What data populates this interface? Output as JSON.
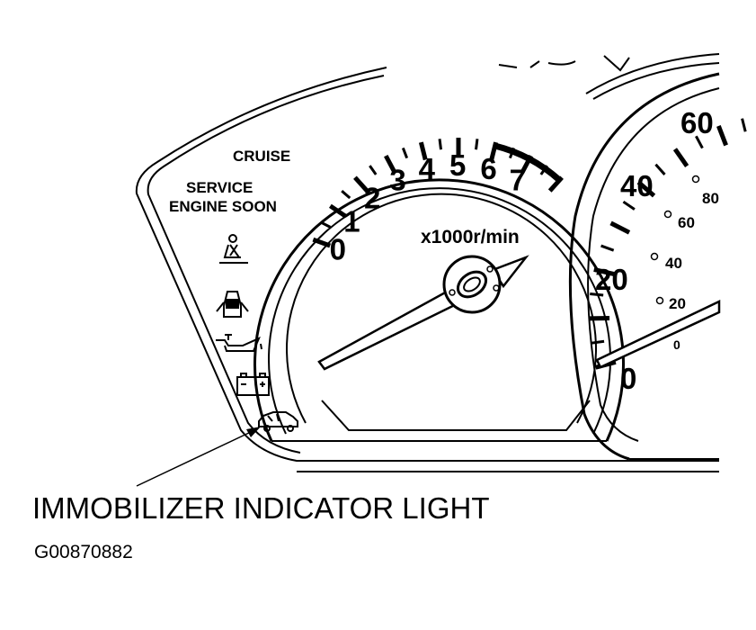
{
  "tachometer": {
    "numbers": [
      "0",
      "1",
      "2",
      "3",
      "4",
      "5",
      "6",
      "7"
    ],
    "unit_label": "x1000r/min"
  },
  "speedometer": {
    "outer_numbers": [
      "0",
      "20",
      "40",
      "60"
    ],
    "inner_numbers": [
      "0",
      "20",
      "40",
      "60",
      "80"
    ]
  },
  "warning_panel": {
    "cruise_label": "CRUISE",
    "service_label_line1": "SERVICE",
    "service_label_line2": "ENGINE SOON"
  },
  "callout": {
    "label": "IMMOBILIZER INDICATOR LIGHT"
  },
  "figure_id": "G00870882"
}
